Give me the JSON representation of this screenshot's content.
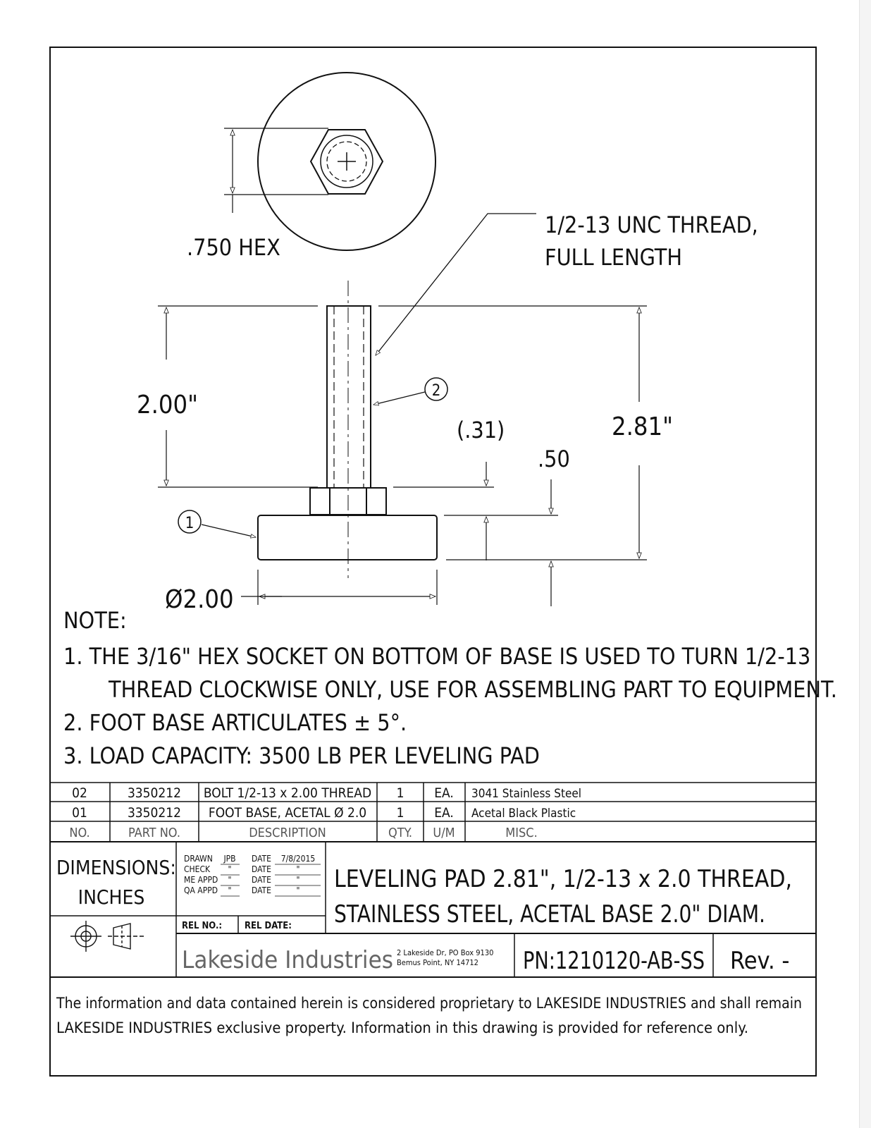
{
  "drawing": {
    "hex_label": ".750 HEX",
    "thread_callout": [
      "1/2-13 UNC THREAD,",
      "FULL LENGTH"
    ],
    "dim_stud_length": "2.00\"",
    "dim_overall_height": "2.81\"",
    "dim_nut": "(.31)",
    "dim_base_height": ".50",
    "dim_base_diameter": "Ø2.00",
    "balloon_1": "1",
    "balloon_2": "2"
  },
  "notes": {
    "title": "NOTE:",
    "lines": [
      "1. THE 3/16\" HEX SOCKET ON BOTTOM OF BASE IS USED TO TURN 1/2-13",
      "THREAD CLOCKWISE ONLY, USE FOR ASSEMBLING PART TO EQUIPMENT.",
      "2. FOOT BASE ARTICULATES ± 5°.",
      "3. LOAD CAPACITY: 3500 LB PER LEVELING PAD"
    ]
  },
  "bom": {
    "rows": [
      {
        "no": "02",
        "part": "3350212",
        "desc": "BOLT 1/2-13 x 2.00 THREAD",
        "qty": "1",
        "um": "EA.",
        "misc": "3041 Stainless Steel"
      },
      {
        "no": "01",
        "part": "3350212",
        "desc": "FOOT BASE, ACETAL Ø 2.0",
        "qty": "1",
        "um": "EA.",
        "misc": "Acetal Black Plastic"
      }
    ],
    "header": {
      "no": "NO.",
      "part": "PART NO.",
      "desc": "DESCRIPTION",
      "qty": "QTY.",
      "um": "U/M",
      "misc": "MISC."
    }
  },
  "title_block": {
    "dimensions_label": "DIMENSIONS:",
    "units": "INCHES",
    "approvals": [
      {
        "role": "DRAWN",
        "by": "JPB",
        "date_label": "DATE",
        "date": "7/8/2015"
      },
      {
        "role": "CHECK",
        "by": "\"",
        "date_label": "DATE",
        "date": "\""
      },
      {
        "role": "ME APPD",
        "by": "\"",
        "date_label": "DATE",
        "date": "\""
      },
      {
        "role": "QA APPD",
        "by": "\"",
        "date_label": "DATE",
        "date": "\""
      }
    ],
    "rel_no_label": "REL NO.:",
    "rel_date_label": "REL DATE:",
    "title_lines": [
      "LEVELING PAD 2.81\", 1/2-13 x 2.0 THREAD,",
      "STAINLESS STEEL, ACETAL BASE 2.0\" DIAM."
    ],
    "company": "Lakeside Industries",
    "address": [
      "2 Lakeside Dr, PO Box 9130",
      "Bemus Point, NY 14712"
    ],
    "part_number": "PN:1210120-AB-SS",
    "revision": "Rev. -"
  },
  "disclaimer": [
    "The information and data contained herein is considered proprietary to LAKESIDE INDUSTRIES and shall remain",
    "LAKESIDE INDUSTRIES exclusive property.  Information in this drawing is provided for reference only."
  ]
}
